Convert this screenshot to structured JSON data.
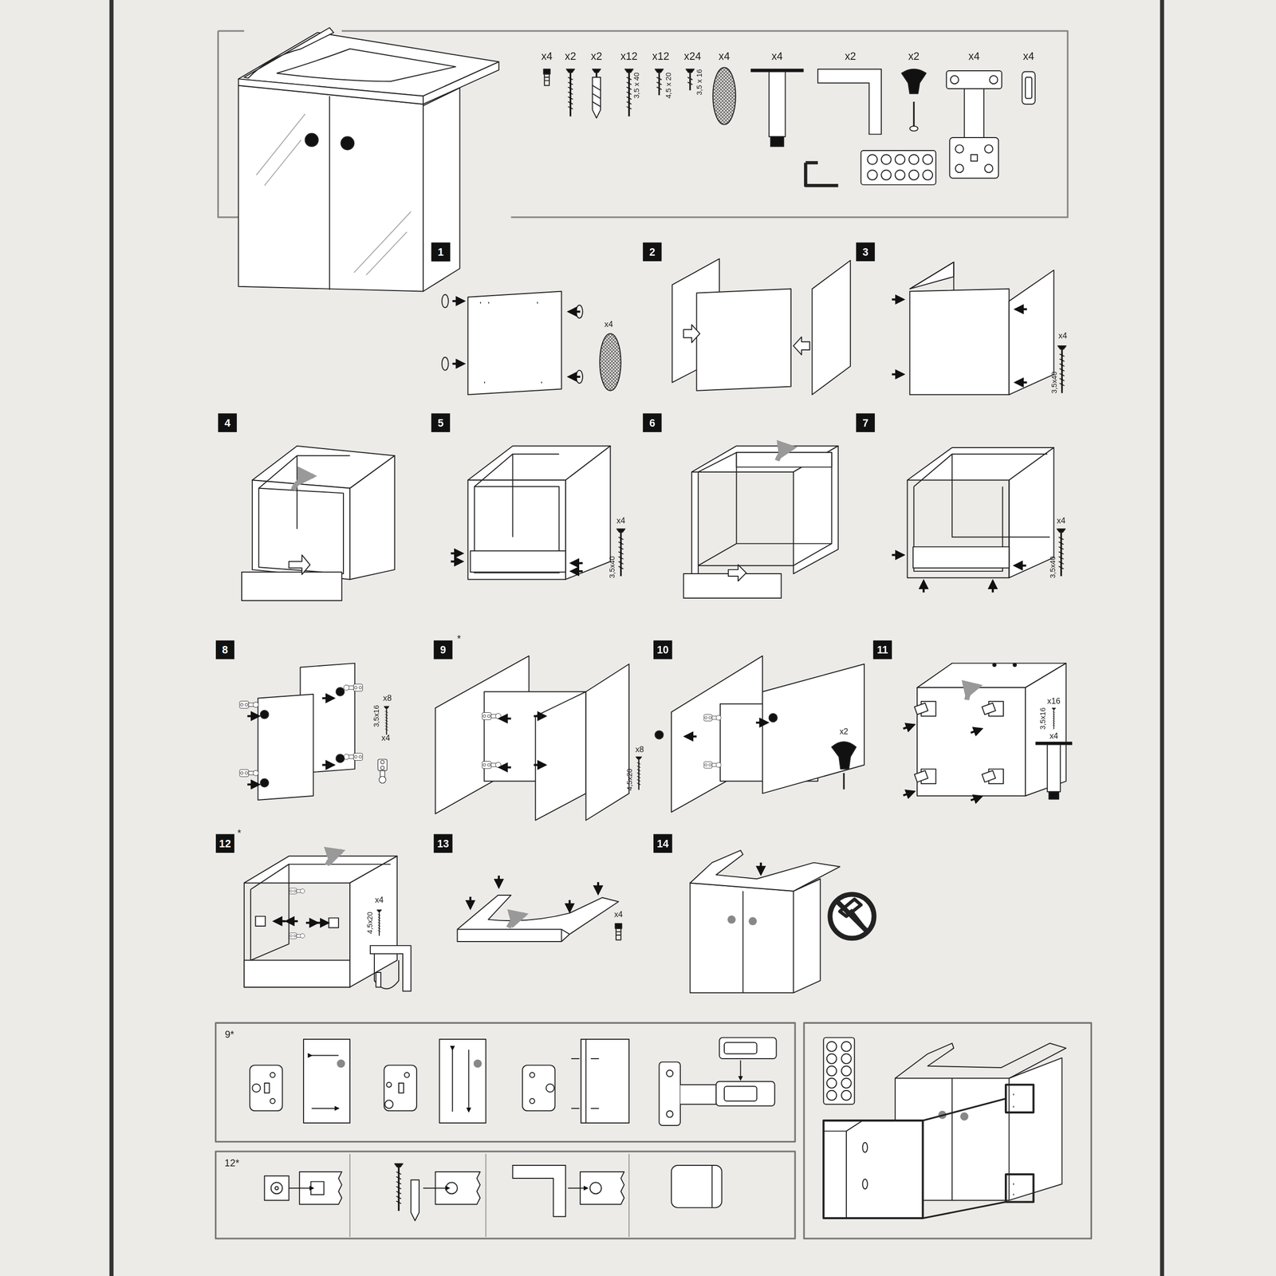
{
  "diagram": {
    "nodes": [
      {
        "text": [
          "1"
        ]
      },
      {
        "text": [
          "2"
        ]
      },
      {
        "text": [
          "3"
        ]
      },
      {
        "text": [
          "4"
        ]
      },
      {
        "text": [
          "5"
        ]
      },
      {
        "text": [
          "6"
        ]
      },
      {
        "text": [
          "7"
        ]
      },
      {
        "text": [
          "8"
        ]
      },
      {
        "text": [
          "9"
        ]
      },
      {
        "text": [
          "10"
        ]
      },
      {
        "text": [
          "11"
        ]
      },
      {
        "text": [
          "12"
        ]
      },
      {
        "text": [
          "13"
        ]
      },
      {
        "text": [
          "14"
        ]
      }
    ],
    "labels": [
      "x4",
      "x2",
      "x2",
      "x12",
      "x12",
      "x24",
      "x4",
      "x4",
      "x2",
      "x2",
      "x4",
      "x4",
      "3,5 x 40",
      "4,5 x 20",
      "3,5 x 16",
      "x4",
      "x4",
      "3,5x40",
      "x4",
      "3,5x40",
      "x4",
      "3,5x40",
      "x8",
      "3,5x16",
      "x4",
      "*",
      "x8",
      "4,5x20",
      "x2",
      "x16",
      "3,5x16",
      "x4",
      "*",
      "x4",
      "4,5x20",
      "x4",
      "9*",
      "12*"
    ]
  }
}
